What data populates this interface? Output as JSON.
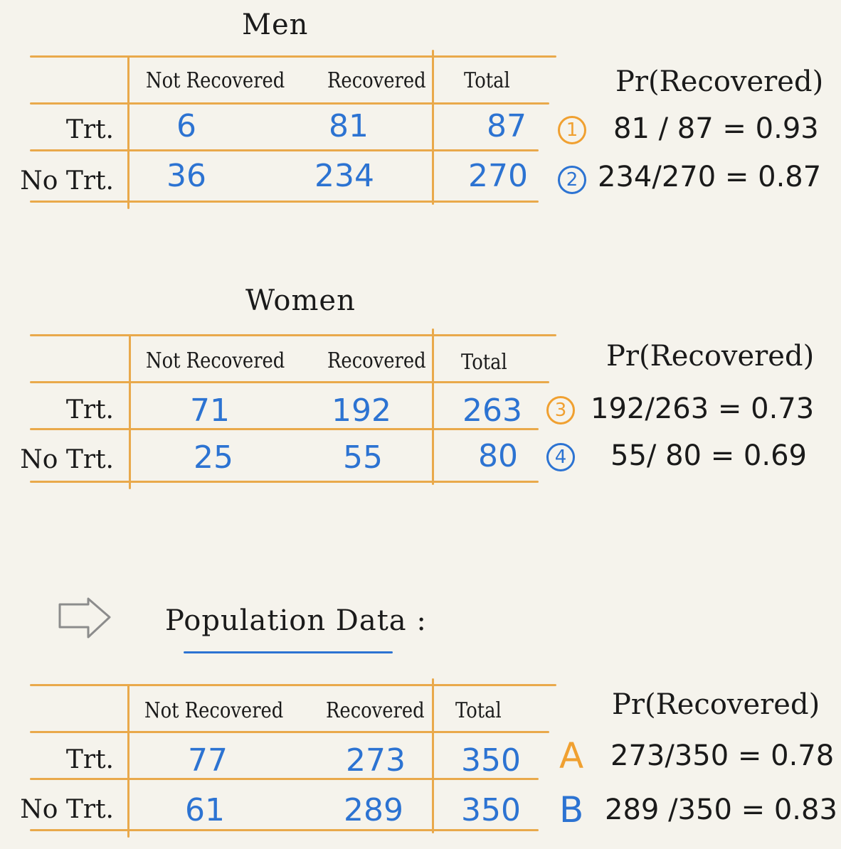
{
  "columns": [
    "Not Recovered",
    "Recovered",
    "Total"
  ],
  "pr_header": "Pr(Recovered)",
  "colors": {
    "table_lines": "#e9a94b",
    "values": "#2c73d2",
    "accent_orange": "#f0a030",
    "underline": "#2c73d2"
  },
  "men": {
    "title": "Men",
    "rows": [
      {
        "label": "Trt.",
        "not_recovered": "6",
        "recovered": "81",
        "total": "87",
        "marker": "1",
        "calc": "81 / 87 = 0.93"
      },
      {
        "label": "No Trt.",
        "not_recovered": "36",
        "recovered": "234",
        "total": "270",
        "marker": "2",
        "calc": "234/270 = 0.87"
      }
    ]
  },
  "women": {
    "title": "Women",
    "rows": [
      {
        "label": "Trt.",
        "not_recovered": "71",
        "recovered": "192",
        "total": "263",
        "marker": "3",
        "calc": "192/263 = 0.73"
      },
      {
        "label": "No Trt.",
        "not_recovered": "25",
        "recovered": "55",
        "total": "80",
        "marker": "4",
        "calc": "55/ 80 = 0.69"
      }
    ]
  },
  "population": {
    "title": "Population Data :",
    "arrow_icon": "hollow-arrow-right-icon",
    "rows": [
      {
        "label": "Trt.",
        "not_recovered": "77",
        "recovered": "273",
        "total": "350",
        "marker": "A",
        "calc": "273/350 = 0.78"
      },
      {
        "label": "No Trt.",
        "not_recovered": "61",
        "recovered": "289",
        "total": "350",
        "marker": "B",
        "calc": "289 /350 = 0.83"
      }
    ]
  }
}
